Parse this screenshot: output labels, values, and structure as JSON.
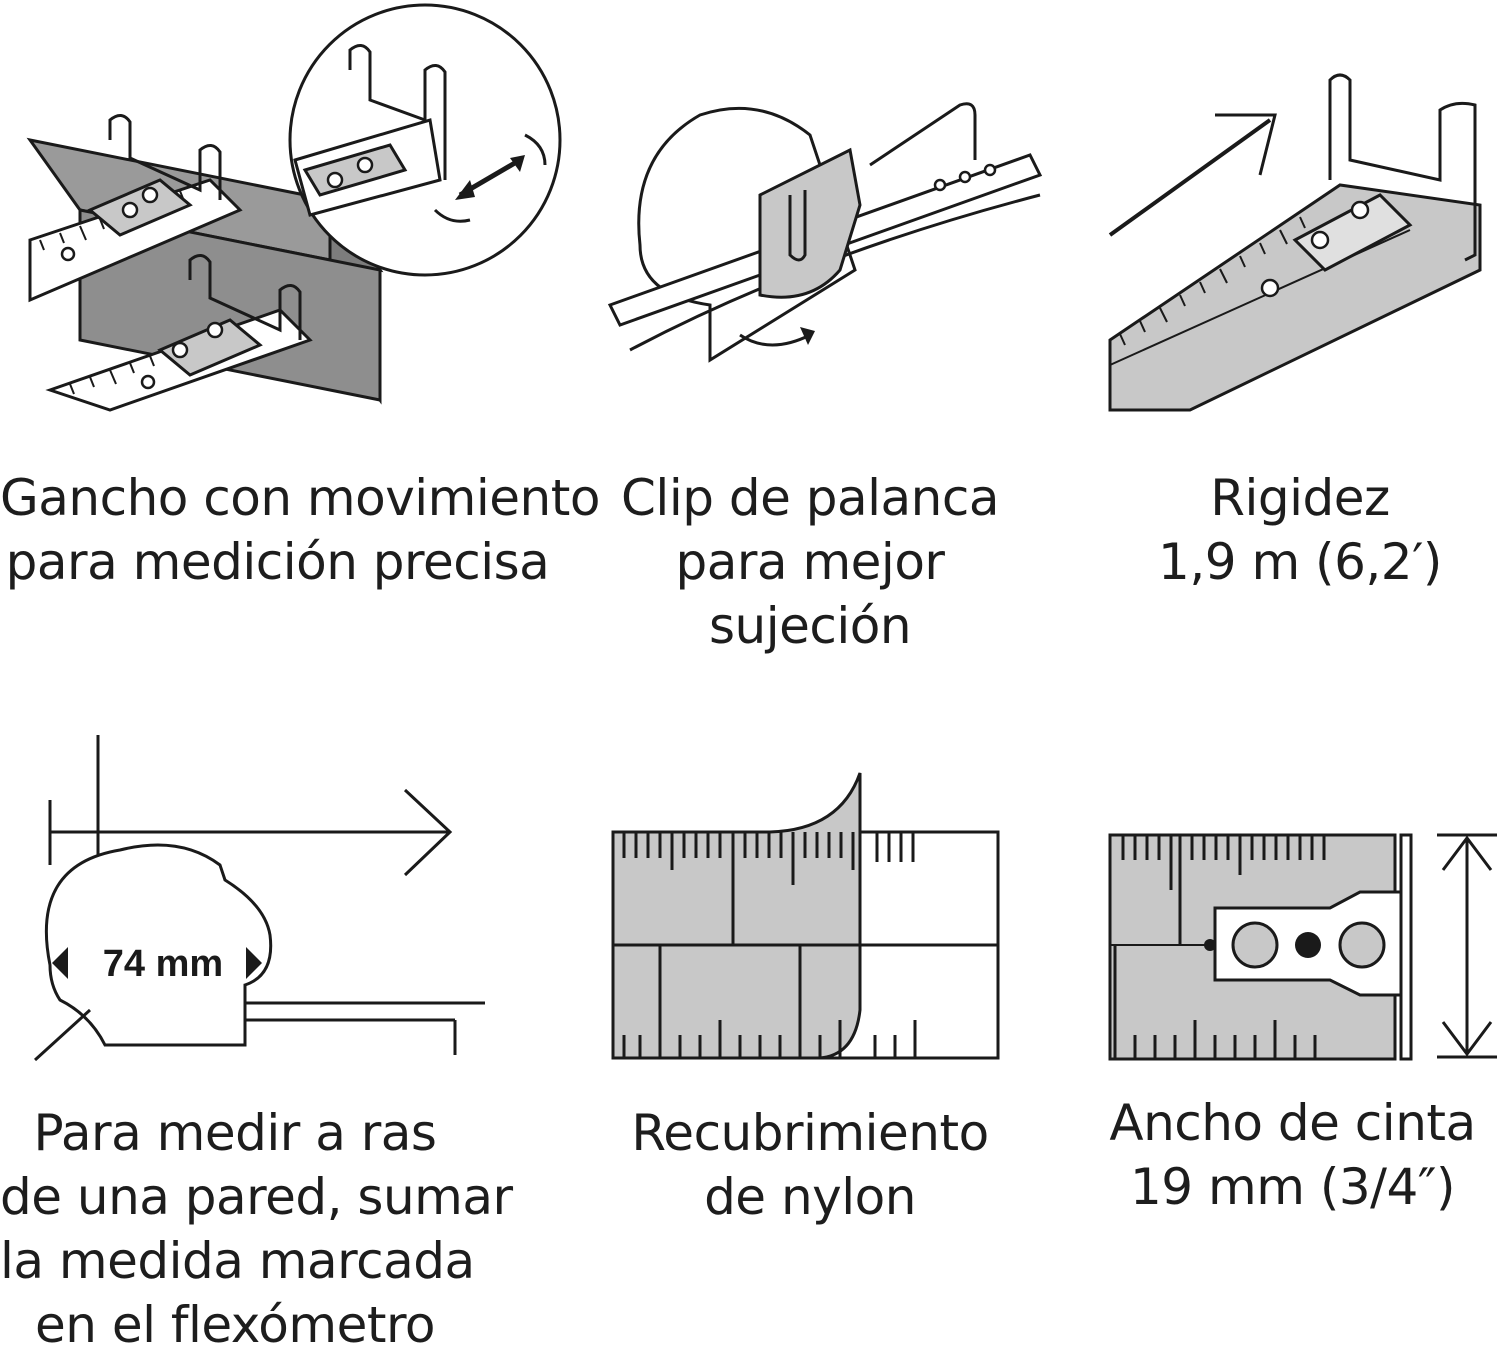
{
  "features": [
    {
      "id": "hook",
      "icon": "sliding-hook-icon",
      "lines": [
        "Gancho con movimiento",
        "para medición precisa"
      ]
    },
    {
      "id": "clip",
      "icon": "belt-clip-icon",
      "lines": [
        "Clip de palanca",
        "para mejor",
        "sujeción"
      ]
    },
    {
      "id": "rigidity",
      "icon": "tape-standout-icon",
      "lines": [
        "Rigidez",
        "1,9 m (6,2′)"
      ]
    },
    {
      "id": "wall",
      "icon": "case-measure-icon",
      "lines": [
        "Para medir a ras",
        "de una pared, sumar",
        "la medida marcada",
        "en el flexómetro"
      ],
      "dimension_label": "74 mm"
    },
    {
      "id": "nylon",
      "icon": "nylon-coating-icon",
      "lines": [
        "Recubrimiento",
        "de nylon"
      ]
    },
    {
      "id": "width",
      "icon": "tape-width-icon",
      "lines": [
        "Ancho de cinta",
        "19 mm (3/4″)"
      ]
    }
  ],
  "colors": {
    "ink": "#1a1a1a",
    "tape_gray": "#c8c8c8",
    "wood": "#8a8a8a",
    "background": "#ffffff"
  }
}
